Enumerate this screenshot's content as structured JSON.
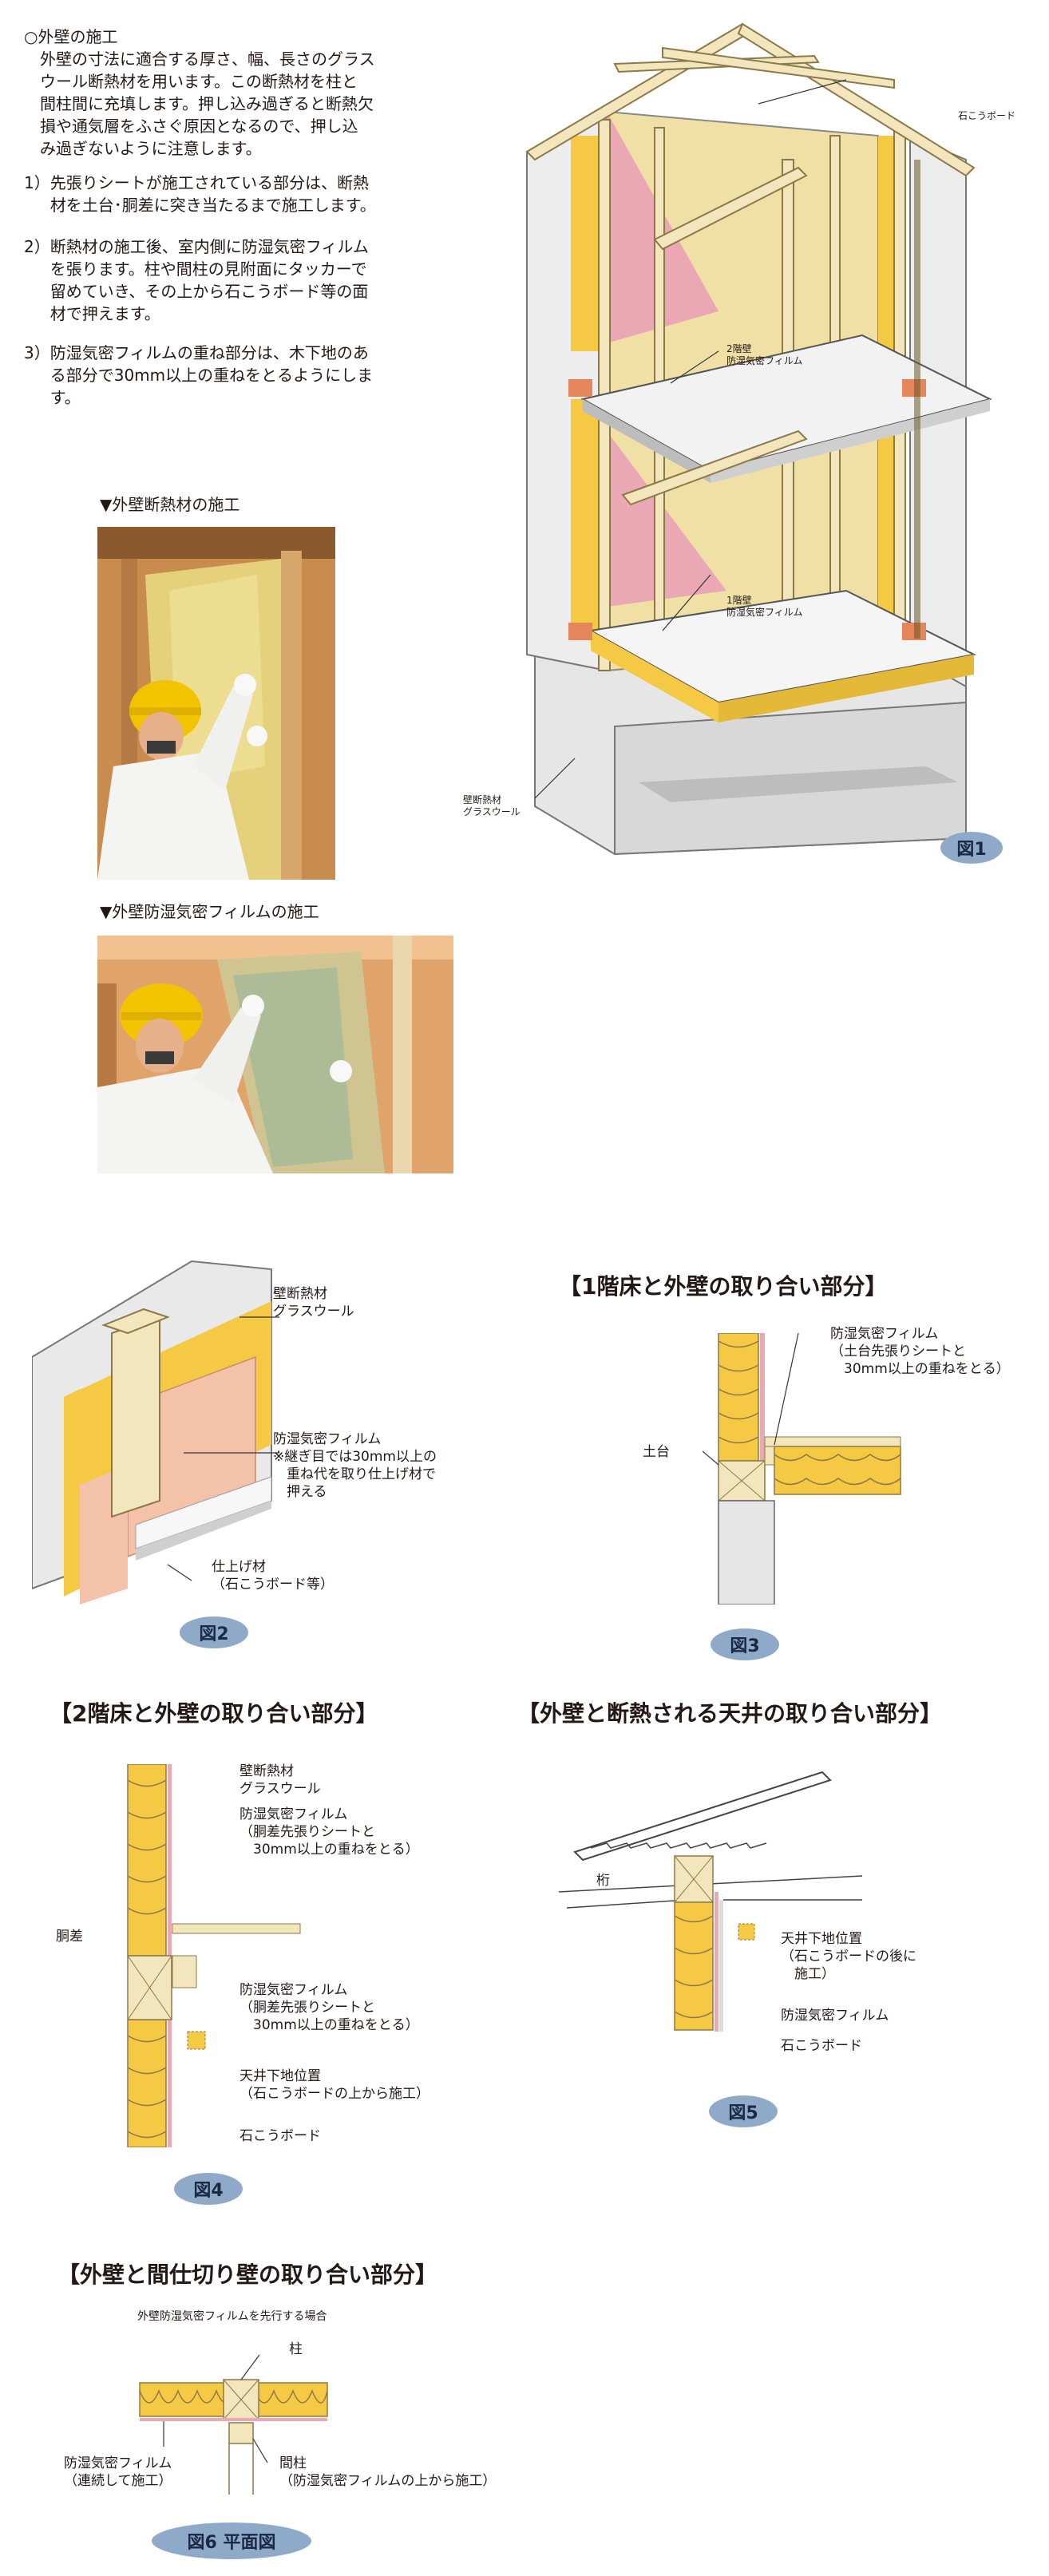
{
  "intro": {
    "heading": "○外壁の施工",
    "lines": [
      "　外壁の寸法に適合する厚さ、幅、長さのグラス",
      "　ウール断熱材を用います。この断熱材を柱と",
      "　間柱間に充填します。押し込み過ぎると断熱欠",
      "　損や通気層をふさぐ原因となるので、押し込",
      "　み過ぎないように注意します。"
    ],
    "item1": [
      "1）先張りシートが施工されている部分は、断熱",
      "　  材を土台･胴差に突き当たるまで施工します。"
    ],
    "item2": [
      "2）断熱材の施工後、室内側に防湿気密フィルム",
      "　  を張ります。柱や間柱の見附面にタッカーで",
      "　  留めていき、その上から石こうボード等の面",
      "　  材で押えます。"
    ],
    "item3": [
      "3）防湿気密フィルムの重ね部分は、木下地のあ",
      "　  る部分で30mm以上の重ねをとるようにしま",
      "　  す。"
    ]
  },
  "photos": {
    "p1_caption": "▼外壁断熱材の施工",
    "p2_caption": "▼外壁防湿気密フィルムの施工"
  },
  "fig1": {
    "label_board": "石こうボード",
    "label_2f": [
      "2階壁",
      "防湿気密フィルム"
    ],
    "label_1f": [
      "1階壁",
      "防湿気密フィルム"
    ],
    "label_wall": [
      "壁断熱材",
      "グラスウール"
    ],
    "badge": "図1"
  },
  "fig2": {
    "label_insul": [
      "壁断熱材",
      "グラスウール"
    ],
    "label_film": [
      "防湿気密フィルム",
      "※継ぎ目では30mm以上の",
      "　重ね代を取り仕上げ材で",
      "　押える"
    ],
    "label_finish": [
      "仕上げ材",
      "（石こうボード等）"
    ],
    "badge": "図2"
  },
  "fig3": {
    "title": "【1階床と外壁の取り合い部分】",
    "label_film": [
      "防湿気密フィルム",
      "（土台先張りシートと",
      "　30mm以上の重ねをとる）"
    ],
    "label_sill": "土台",
    "badge": "図3"
  },
  "fig4": {
    "title": "【2階床と外壁の取り合い部分】",
    "label_insul": [
      "壁断熱材",
      "グラスウール"
    ],
    "label_film1": [
      "防湿気密フィルム",
      "（胴差先張りシートと",
      "　30mm以上の重ねをとる）"
    ],
    "label_dosashi": "胴差",
    "label_film2": [
      "防湿気密フィルム",
      "（胴差先張りシートと",
      "　30mm以上の重ねをとる）"
    ],
    "label_ceiling": [
      "天井下地位置",
      "（石こうボードの上から施工）"
    ],
    "label_board": "石こうボード",
    "badge": "図4"
  },
  "fig5": {
    "title": "【外壁と断熱される天井の取り合い部分】",
    "label_keta": "桁",
    "label_ceiling": [
      "天井下地位置",
      "（石こうボードの後に",
      "　施工）"
    ],
    "label_film": "防湿気密フィルム",
    "label_board": "石こうボード",
    "badge": "図5"
  },
  "fig6": {
    "title": "【外壁と間仕切り壁の取り合い部分】",
    "subtitle": "外壁防湿気密フィルムを先行する場合",
    "label_post": "柱",
    "label_film": [
      "防湿気密フィルム",
      "（連続して施工）"
    ],
    "label_stud": [
      "間柱",
      "（防湿気密フィルムの上から施工）"
    ],
    "badge": "図6 平面図"
  },
  "colors": {
    "insulation": "#f6c945",
    "film_pink": "#e9a8b4",
    "wood": "#f3e6bd",
    "orange": "#e4855c",
    "badge": "#8faac9"
  }
}
